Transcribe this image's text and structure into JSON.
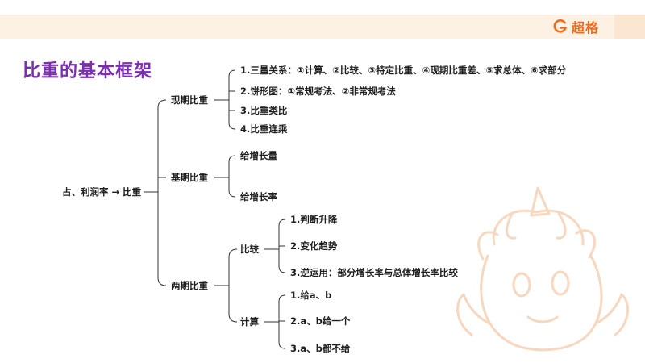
{
  "header": {
    "brand_name": "超格",
    "brand_icon": "g-logo-icon",
    "brand_color": "#f26b1d",
    "bar_color": "#fdf1e4"
  },
  "title": "比重的基本框架",
  "title_color": "#7b2fb0",
  "tree": {
    "root": "占、利润率 → 比重",
    "current": {
      "label": "现期比重",
      "items": [
        "1.三量关系：①计算、②比较、③特定比重、④现期比重差、⑤求总体、⑥求部分",
        "2.饼形图：①常规考法、②非常规考法",
        "3.比重类比",
        "4.比重连乘"
      ]
    },
    "base": {
      "label": "基期比重",
      "items": [
        "给增长量",
        "给增长率"
      ]
    },
    "two_period": {
      "label": "两期比重",
      "compare": {
        "label": "比较",
        "items": [
          "1.判断升降",
          "2.变化趋势",
          "3.逆运用：部分增长率与总体增长率比较"
        ]
      },
      "calc": {
        "label": "计算",
        "items": [
          "1.给a、b",
          "2.a、b给一个",
          "3.a、b都不给"
        ]
      }
    }
  },
  "decoration": {
    "mascot_icon": "unicorn-mascot-icon"
  }
}
